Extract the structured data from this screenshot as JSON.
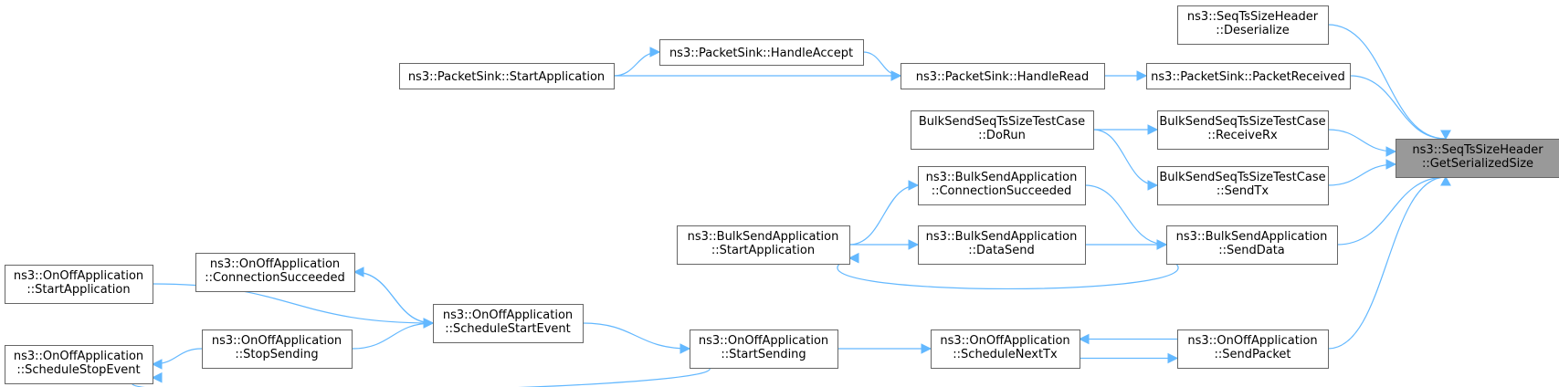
{
  "nodes": [
    {
      "id": "root",
      "lines": [
        "ns3::SeqTsSizeHeader",
        "::GetSerializedSize"
      ],
      "root": true
    },
    {
      "id": "deser",
      "lines": [
        "ns3::SeqTsSizeHeader",
        "::Deserialize"
      ]
    },
    {
      "id": "pktrecv",
      "lines": [
        "ns3::PacketSink::PacketReceived"
      ]
    },
    {
      "id": "handleread",
      "lines": [
        "ns3::PacketSink::HandleRead"
      ]
    },
    {
      "id": "handleaccept",
      "lines": [
        "ns3::PacketSink::HandleAccept"
      ]
    },
    {
      "id": "pksstart",
      "lines": [
        "ns3::PacketSink::StartApplication"
      ]
    },
    {
      "id": "receiverx",
      "lines": [
        "BulkSendSeqTsSizeTestCase",
        "::ReceiveRx"
      ]
    },
    {
      "id": "sendtx",
      "lines": [
        "BulkSendSeqTsSizeTestCase",
        "::SendTx"
      ]
    },
    {
      "id": "dorun",
      "lines": [
        "BulkSendSeqTsSizeTestCase",
        "::DoRun"
      ]
    },
    {
      "id": "bsconn",
      "lines": [
        "ns3::BulkSendApplication",
        "::ConnectionSucceeded"
      ]
    },
    {
      "id": "bssenddata",
      "lines": [
        "ns3::BulkSendApplication",
        "::SendData"
      ]
    },
    {
      "id": "bsdatasend",
      "lines": [
        "ns3::BulkSendApplication",
        "::DataSend"
      ]
    },
    {
      "id": "bsstart",
      "lines": [
        "ns3::BulkSendApplication",
        "::StartApplication"
      ]
    },
    {
      "id": "oosendpacket",
      "lines": [
        "ns3::OnOffApplication",
        "::SendPacket"
      ]
    },
    {
      "id": "oonexttx",
      "lines": [
        "ns3::OnOffApplication",
        "::ScheduleNextTx"
      ]
    },
    {
      "id": "oostartsending",
      "lines": [
        "ns3::OnOffApplication",
        "::StartSending"
      ]
    },
    {
      "id": "oostartevent",
      "lines": [
        "ns3::OnOffApplication",
        "::ScheduleStartEvent"
      ]
    },
    {
      "id": "ooconn",
      "lines": [
        "ns3::OnOffApplication",
        "::ConnectionSucceeded"
      ]
    },
    {
      "id": "oostartapp",
      "lines": [
        "ns3::OnOffApplication",
        "::StartApplication"
      ]
    },
    {
      "id": "oostopsending",
      "lines": [
        "ns3::OnOffApplication",
        "::StopSending"
      ]
    },
    {
      "id": "oostopevent",
      "lines": [
        "ns3::OnOffApplication",
        "::ScheduleStopEvent"
      ]
    }
  ],
  "edges": [
    {
      "from": "deser",
      "to": "root"
    },
    {
      "from": "pktrecv",
      "to": "root"
    },
    {
      "from": "receiverx",
      "to": "root"
    },
    {
      "from": "sendtx",
      "to": "root"
    },
    {
      "from": "bssenddata",
      "to": "root"
    },
    {
      "from": "oosendpacket",
      "to": "root"
    },
    {
      "from": "handleread",
      "to": "pktrecv"
    },
    {
      "from": "handleaccept",
      "to": "handleread"
    },
    {
      "from": "pksstart",
      "to": "handleread"
    },
    {
      "from": "pksstart",
      "to": "handleaccept"
    },
    {
      "from": "dorun",
      "to": "receiverx"
    },
    {
      "from": "dorun",
      "to": "sendtx"
    },
    {
      "from": "bsconn",
      "to": "bssenddata"
    },
    {
      "from": "bsdatasend",
      "to": "bssenddata"
    },
    {
      "from": "bssenddata",
      "to": "bsstart"
    },
    {
      "from": "bsstart",
      "to": "bsconn"
    },
    {
      "from": "bsstart",
      "to": "bsdatasend"
    },
    {
      "from": "oonexttx",
      "to": "oosendpacket"
    },
    {
      "from": "oosendpacket",
      "to": "oonexttx"
    },
    {
      "from": "oostartsending",
      "to": "oonexttx"
    },
    {
      "from": "oostartevent",
      "to": "oostartsending"
    },
    {
      "from": "ooconn",
      "to": "oostartevent"
    },
    {
      "from": "oostartapp",
      "to": "oostartevent"
    },
    {
      "from": "oostopsending",
      "to": "oostartevent"
    },
    {
      "from": "oostartevent",
      "to": "ooconn"
    },
    {
      "from": "oostopsending",
      "to": "oostopevent"
    },
    {
      "from": "oostartsending",
      "to": "oostopevent"
    }
  ]
}
